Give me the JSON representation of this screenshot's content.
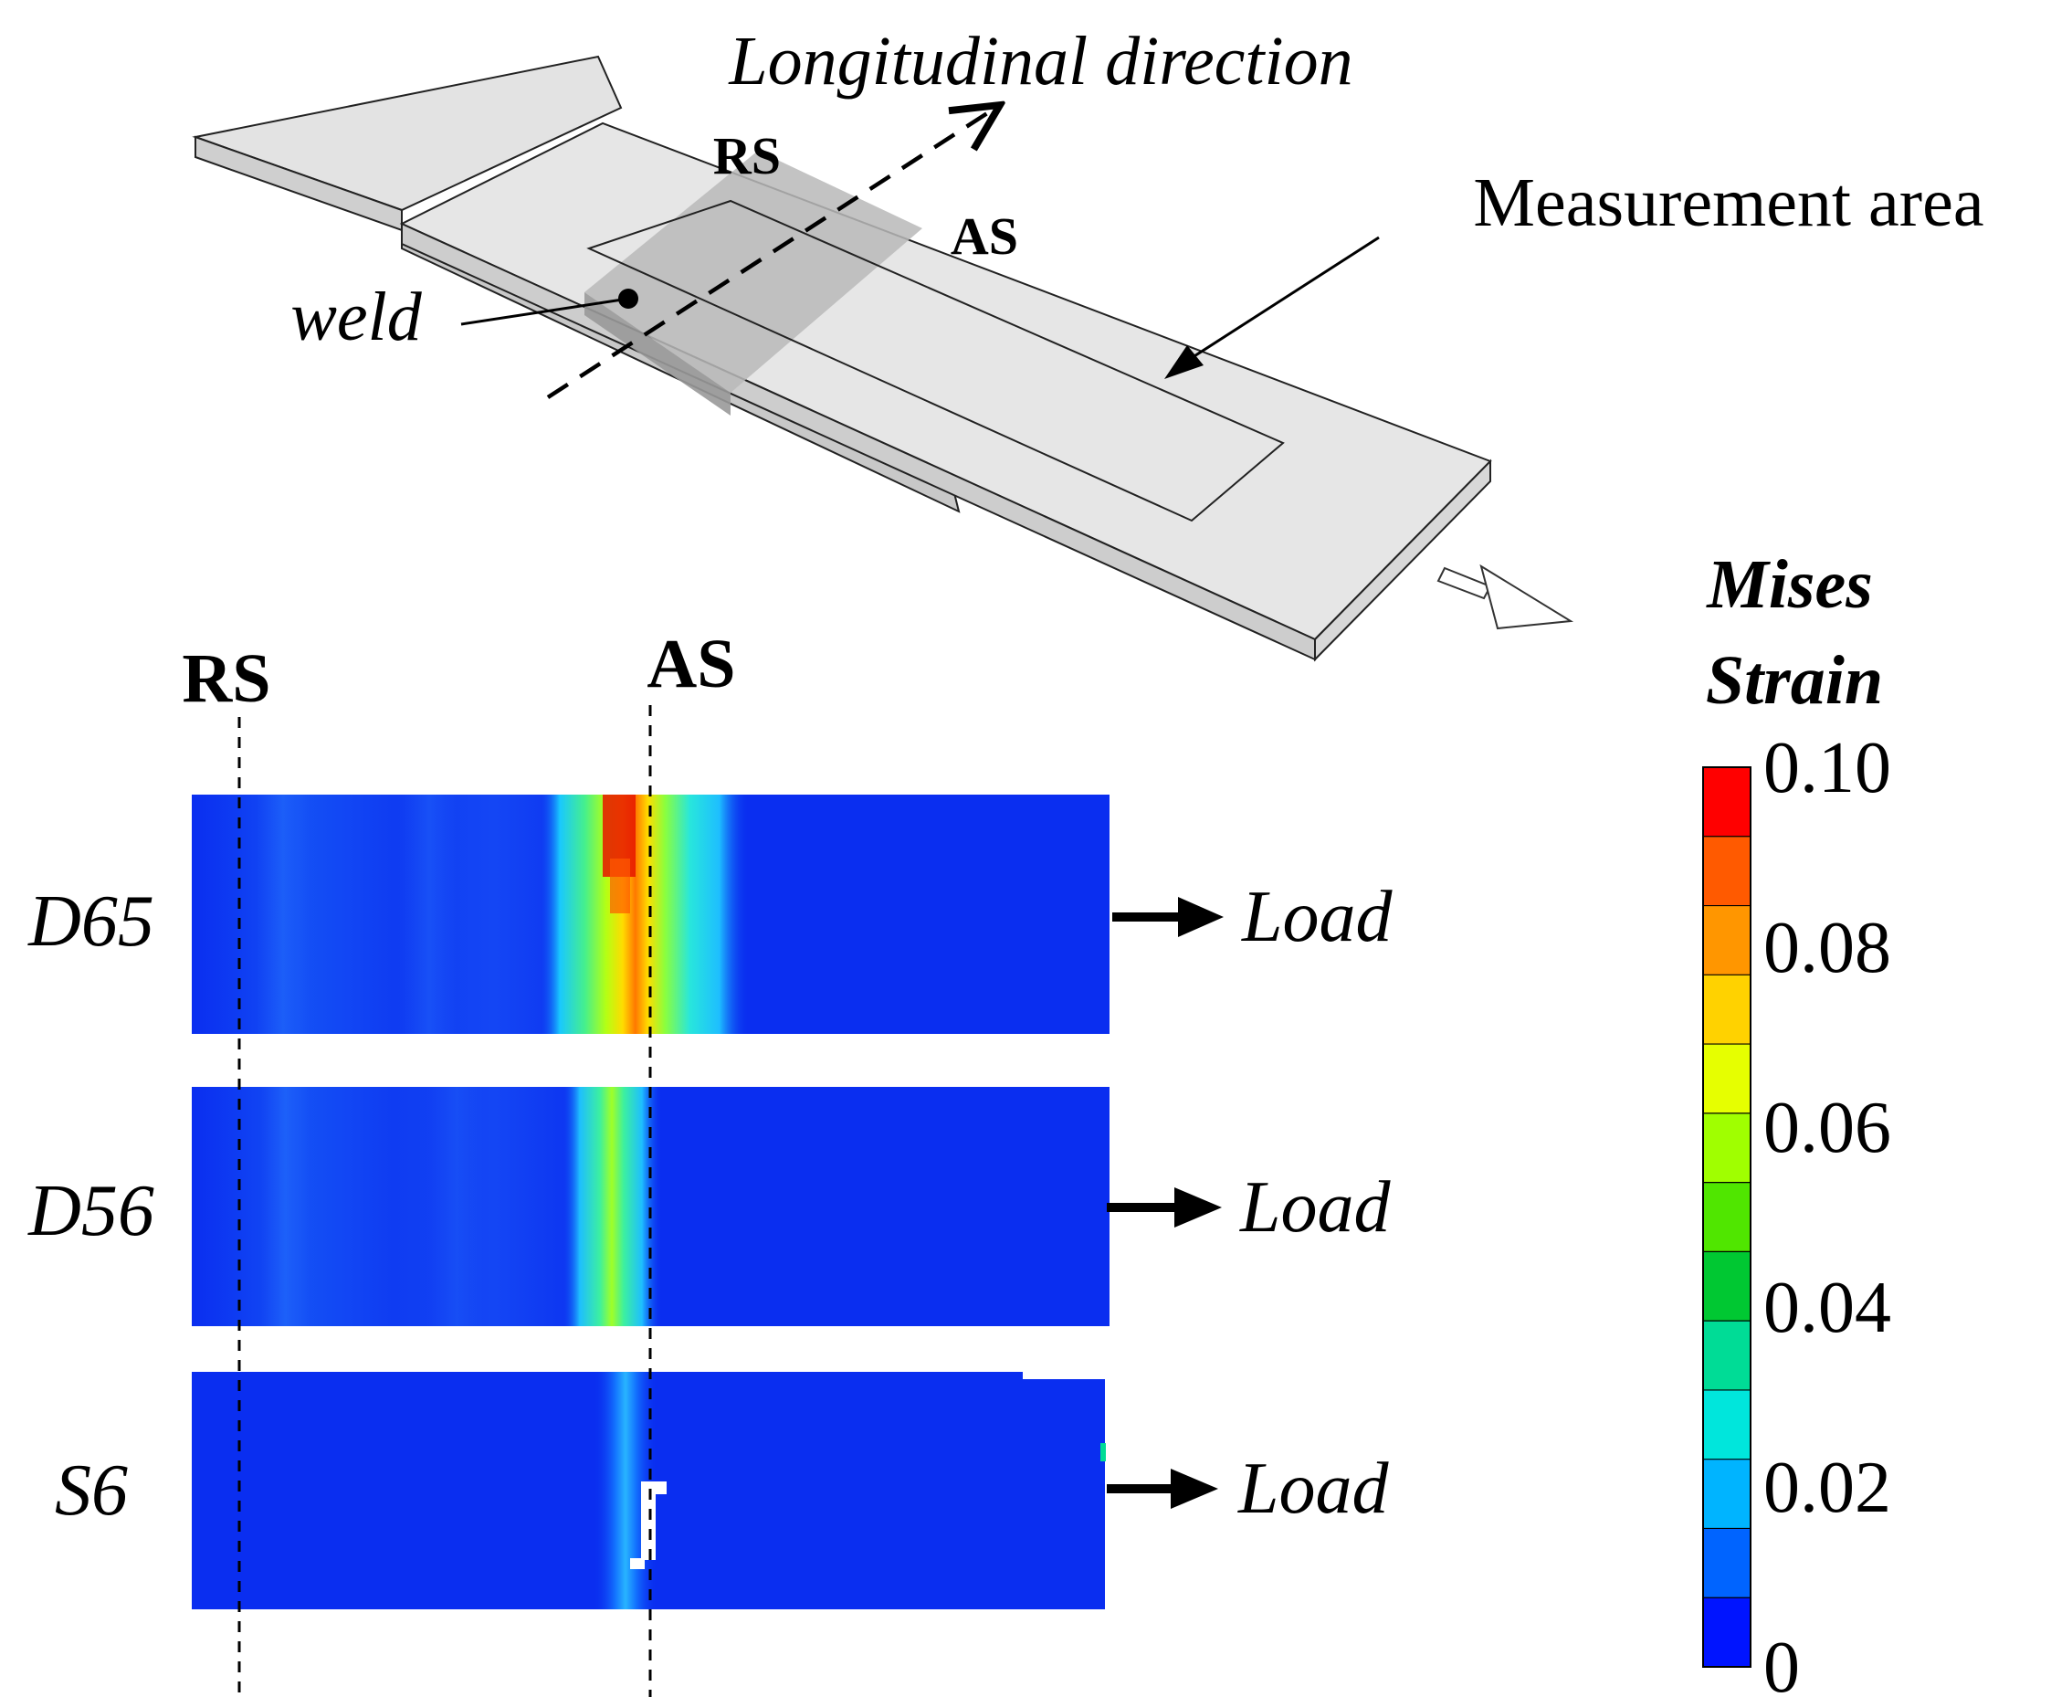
{
  "schematic": {
    "direction_label": "Longitudinal direction",
    "rs_label": "RS",
    "as_label": "AS",
    "weld_label": "weld",
    "measurement_label": "Measurement area"
  },
  "maps": {
    "rs_label": "RS",
    "as_label": "AS",
    "load_label": "Load",
    "rows": [
      {
        "id": "D65",
        "label": "D65"
      },
      {
        "id": "D56",
        "label": "D56"
      },
      {
        "id": "S6",
        "label": "S6"
      }
    ]
  },
  "colorbar": {
    "title_line1": "Mises",
    "title_line2": "Strain",
    "ticks": [
      "0.10",
      "0.08",
      "0.06",
      "0.04",
      "0.02",
      "0"
    ],
    "colors": [
      "#ff0000",
      "#ff5a00",
      "#ff9600",
      "#ffd200",
      "#e6ff00",
      "#a0ff00",
      "#50e600",
      "#00c832",
      "#00dc96",
      "#00e6dc",
      "#00b4ff",
      "#0064ff",
      "#0014ff"
    ]
  }
}
